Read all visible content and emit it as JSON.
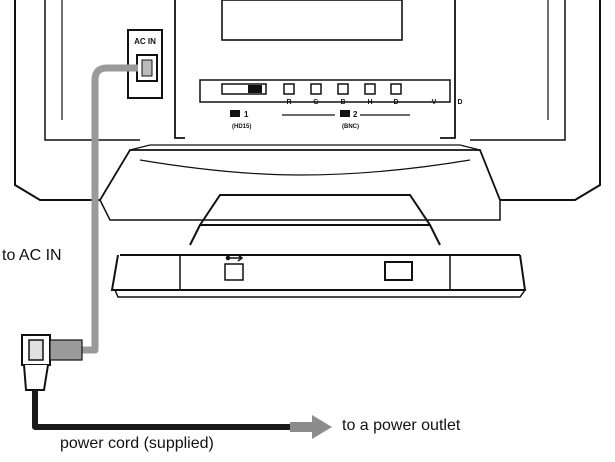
{
  "labels": {
    "ac_in_panel": "AC IN",
    "to_ac_in": "to AC IN",
    "power_cord": "power cord (supplied)",
    "to_outlet": "to a power outlet"
  },
  "connector_letters": [
    "R",
    "G",
    "B",
    "H",
    "D",
    "V",
    "D"
  ],
  "port_labels": {
    "input1": "1",
    "input1_sub": "(HD15)",
    "input2": "2",
    "input2_sub": "(BNC)"
  },
  "colors": {
    "line": "#111111",
    "cord_dark": "#1a1a1a",
    "cord_gray": "#9a9a9a",
    "arrow_gray": "#8c8c8c",
    "fill_light": "#f4f4f4"
  },
  "icons": [
    "usb-icon"
  ]
}
